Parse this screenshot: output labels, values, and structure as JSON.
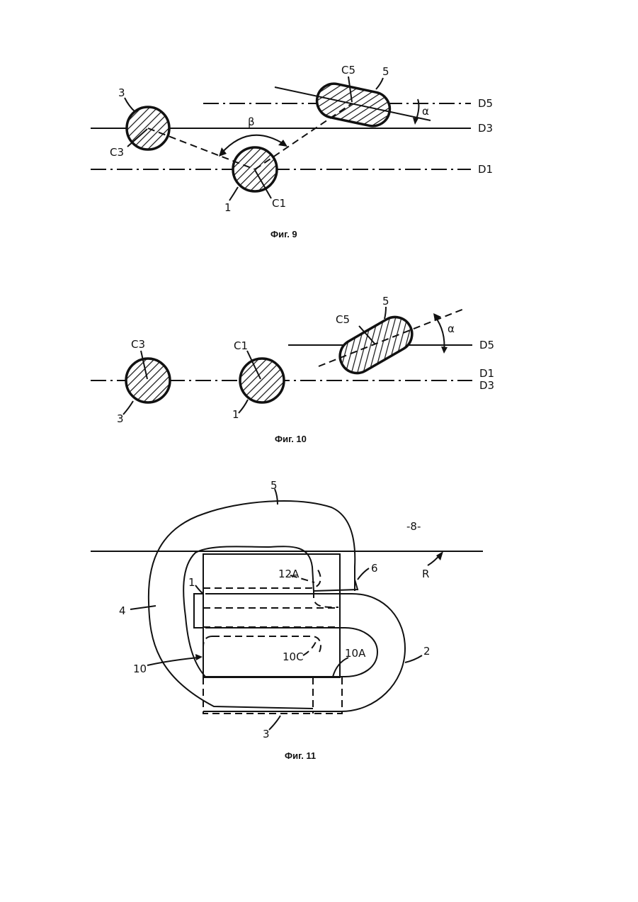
{
  "fig9": {
    "caption": "Фиг. 9",
    "labels": {
      "c5": "C5",
      "five": "5",
      "d5": "D5",
      "alpha": "α",
      "d3": "D3",
      "three": "3",
      "beta": "β",
      "c3": "C3",
      "d1": "D1",
      "one": "1",
      "c1": "C1"
    }
  },
  "fig10": {
    "caption": "Фиг. 10",
    "labels": {
      "five": "5",
      "c5": "C5",
      "alpha": "α",
      "d5": "D5",
      "c3": "C3",
      "c1": "C1",
      "d1": "D1",
      "d3": "D3",
      "three": "3",
      "one": "1"
    }
  },
  "fig11": {
    "caption": "Фиг. 11",
    "labels": {
      "five": "5",
      "eight": "-8-",
      "r": "R",
      "six": "6",
      "twelve_a": "12A",
      "one": "1",
      "four": "4",
      "two": "2",
      "ten_c": "10C",
      "ten_a": "10A",
      "ten": "10",
      "three": "3"
    }
  }
}
